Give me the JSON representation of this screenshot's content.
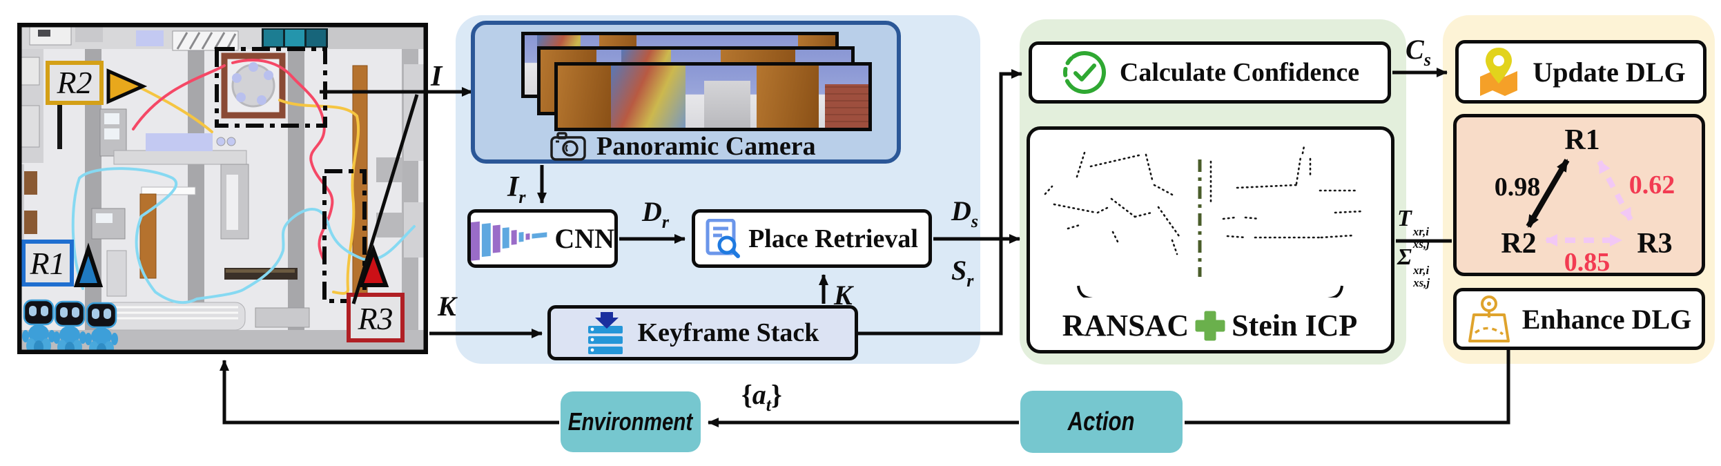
{
  "figure": "multi-robot distributed localization pipeline",
  "map": {
    "r1": "R1",
    "r2": "R2",
    "r3": "R3"
  },
  "boxes": {
    "panoramic_camera": "Panoramic Camera",
    "cnn": "CNN",
    "place_retrieval": "Place Retrieval",
    "keyframe_stack": "Keyframe Stack",
    "calculate_confidence": "Calculate Confidence",
    "ransac": "RANSAC",
    "stein_icp": "Stein ICP",
    "update_dlg": "Update DLG",
    "enhance_dlg": "Enhance DLG"
  },
  "labels": {
    "image": {
      "base": "I"
    },
    "image_r": {
      "base": "I",
      "sub": "r"
    },
    "d_r": {
      "base": "D",
      "sub": "r"
    },
    "d_s": {
      "base": "D",
      "sub": "s"
    },
    "s_r": {
      "base": "S",
      "sub": "r"
    },
    "k_map": {
      "base": "K"
    },
    "k_stack": {
      "base": "K"
    },
    "c_s": {
      "base": "C",
      "sub": "s"
    },
    "transform": {
      "base": "T",
      "sup": "xr,i",
      "sub": "xs,j"
    },
    "covariance": {
      "base": "Σ",
      "sup": "xr,i",
      "sub": "xs,j"
    },
    "action_set": {
      "open": "{",
      "base": "a",
      "sub": "t",
      "close": "}"
    }
  },
  "graph": {
    "nodes": {
      "r1": "R1",
      "r2": "R2",
      "r3": "R3"
    },
    "weights": {
      "r1r2": "0.98",
      "r1r3": "0.62",
      "r2r3": "0.85"
    },
    "edge_styles": {
      "r1r2": "solid-black",
      "r1r3": "dashed-pink",
      "r2r3": "dashed-pink"
    }
  },
  "flow": {
    "environment": "Environment",
    "action": "Action"
  },
  "icons": {
    "panoramic_camera": "camera-icon",
    "cnn": "cnn-layers-icon",
    "place_retrieval": "document-search-icon",
    "keyframe_stack": "stack-download-icon",
    "calculate_confidence": "check-circle-icon",
    "ransac_plus": "plus-icon",
    "update_dlg": "map-pin-icon",
    "enhance_dlg": "map-route-icon"
  },
  "colors": {
    "panel_blue": "#dbe9f6",
    "panel_green": "#e3efdc",
    "panel_yellow": "#fdf3d6",
    "pano_fill": "#b9cfe9",
    "pano_border": "#2b5797",
    "keyframe_fill": "#dce3f3",
    "peach_fill": "#f8dcc8",
    "teal_box": "#76c7cf",
    "good_weight": "#0d0d0d",
    "weak_weight": "#f23b52",
    "pink_edge": "#f2c8f5",
    "check_green": "#2fa832",
    "plus_green": "#6ab04c",
    "traj_yellow": "#f5c542",
    "traj_red": "#f54866",
    "traj_cyan": "#86d9f2",
    "r1_border": "#1f6fd0",
    "r2_border": "#d4a017",
    "r3_border": "#b01f24",
    "pin_yellow": "#e2d31c",
    "map_orange": "#f5a028",
    "enhance_gold": "#dfa32c"
  }
}
